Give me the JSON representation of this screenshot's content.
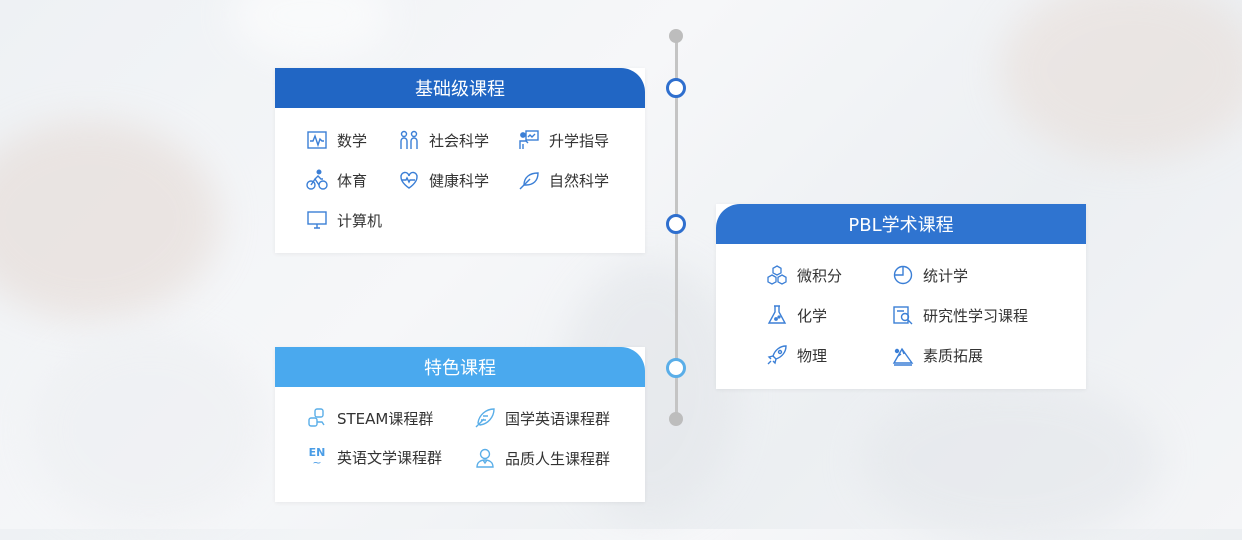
{
  "cards": {
    "basic": {
      "title": "基础级课程",
      "items": [
        {
          "label": "数学",
          "icon": "chart-wave-icon"
        },
        {
          "label": "社会科学",
          "icon": "people-icon"
        },
        {
          "label": "升学指导",
          "icon": "teacher-board-icon"
        },
        {
          "label": "体育",
          "icon": "cycling-icon"
        },
        {
          "label": "健康科学",
          "icon": "heart-pulse-icon"
        },
        {
          "label": "自然科学",
          "icon": "leaf-icon"
        },
        {
          "label": "计算机",
          "icon": "monitor-icon"
        }
      ]
    },
    "pbl": {
      "title": "PBL学术课程",
      "items": [
        {
          "label": "微积分",
          "icon": "cubes-icon"
        },
        {
          "label": "统计学",
          "icon": "pie-chart-icon"
        },
        {
          "label": "化学",
          "icon": "flask-icon"
        },
        {
          "label": "研究性学习课程",
          "icon": "research-icon"
        },
        {
          "label": "物理",
          "icon": "rocket-icon"
        },
        {
          "label": "素质拓展",
          "icon": "mountain-climb-icon"
        }
      ]
    },
    "special": {
      "title": "特色课程",
      "items": [
        {
          "label": "STEAM课程群",
          "icon": "molecule-icon"
        },
        {
          "label": "国学英语课程群",
          "icon": "feather-pen-icon"
        },
        {
          "label": "英语文学课程群",
          "icon": "en-text-icon",
          "icon_text": "EN"
        },
        {
          "label": "品质人生课程群",
          "icon": "person-icon"
        }
      ]
    }
  },
  "colors": {
    "primary": "#2166c4",
    "secondary": "#2f74d0",
    "light": "#4aa9ee",
    "icon": "#3b7fd6"
  }
}
